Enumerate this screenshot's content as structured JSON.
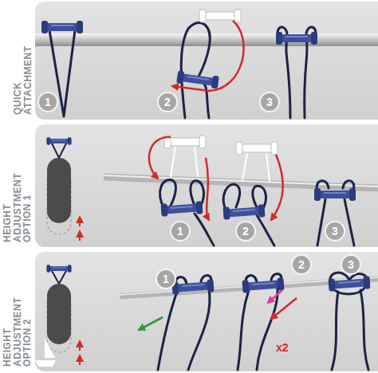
{
  "diagram": {
    "nodes": [
      {
        "text": [
          "QUICK ATTACHMENT"
        ]
      },
      {
        "text": [
          "1"
        ],
        "in": 0
      },
      {
        "text": [
          "2"
        ],
        "in": 0
      },
      {
        "text": [
          "3"
        ],
        "in": 0
      },
      {
        "text": [
          "HEIGHT ADJUSTMENT OPTION 1"
        ]
      },
      {
        "text": [
          "1"
        ],
        "in": 4
      },
      {
        "text": [
          "2"
        ],
        "in": 4
      },
      {
        "text": [
          "3"
        ],
        "in": 4
      },
      {
        "text": [
          "HEIGHT ADJUSTMENT OPTION 2"
        ]
      },
      {
        "text": [
          "1"
        ],
        "in": 8
      },
      {
        "text": [
          "2"
        ],
        "in": 8
      },
      {
        "text": [
          "3"
        ],
        "in": 8
      }
    ],
    "labels": [
      "x2"
    ]
  }
}
